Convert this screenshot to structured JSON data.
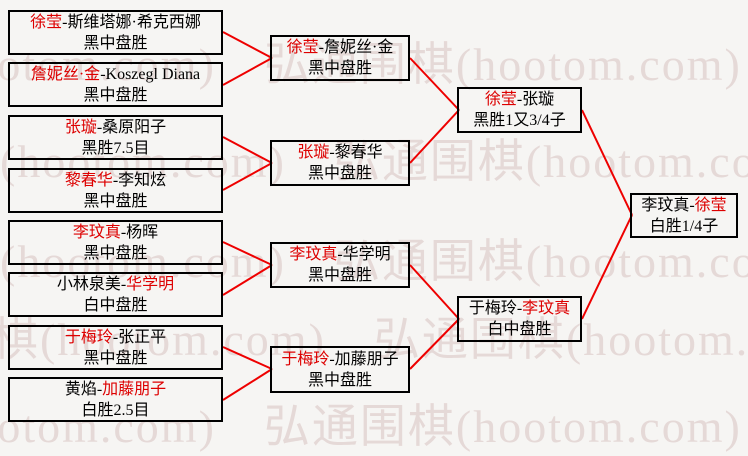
{
  "watermark": {
    "text": "弘通围棋(hootom.com)"
  },
  "colors": {
    "winner_red": "#dd0000",
    "line_red": "#ee0000",
    "border_black": "#000000"
  },
  "bracket": {
    "round1": [
      {
        "pre": "",
        "red": "徐莹",
        "post": "-斯维塔娜·希克西娜",
        "result": "黑中盘胜"
      },
      {
        "pre": "",
        "red": "詹妮丝·金",
        "post": "-Koszegl Diana",
        "result": "黑中盘胜"
      },
      {
        "pre": "",
        "red": "张璇",
        "post": "-桑原阳子",
        "result": "黑胜7.5目"
      },
      {
        "pre": "",
        "red": "黎春华",
        "post": "-李知炫",
        "result": "黑中盘胜"
      },
      {
        "pre": "",
        "red": "李玟真",
        "post": "-杨晖",
        "result": "黑中盘胜"
      },
      {
        "pre": "小林泉美-",
        "red": "华学明",
        "post": "",
        "result": "白中盘胜"
      },
      {
        "pre": "",
        "red": "于梅玲",
        "post": "-张正平",
        "result": "黑中盘胜"
      },
      {
        "pre": "黄焰-",
        "red": "加藤朋子",
        "post": "",
        "result": "白胜2.5目"
      }
    ],
    "round2": [
      {
        "pre": "",
        "red": "徐莹",
        "post": "-詹妮丝·金",
        "result": "黑中盘胜"
      },
      {
        "pre": "",
        "red": "张璇",
        "post": "-黎春华",
        "result": "黑中盘胜"
      },
      {
        "pre": "",
        "red": "李玟真",
        "post": "-华学明",
        "result": "黑中盘胜"
      },
      {
        "pre": "",
        "red": "于梅玲",
        "post": "-加藤朋子",
        "result": "黑中盘胜"
      }
    ],
    "semifinals": [
      {
        "pre": "",
        "red": "徐莹",
        "post": "-张璇",
        "result": "黑胜1又3/4子"
      },
      {
        "pre": "于梅玲-",
        "red": "李玟真",
        "post": "",
        "result": "白中盘胜"
      }
    ],
    "final": [
      {
        "pre": "李玟真-",
        "red": "徐莹",
        "post": "",
        "result": "白胜1/4子"
      }
    ]
  }
}
